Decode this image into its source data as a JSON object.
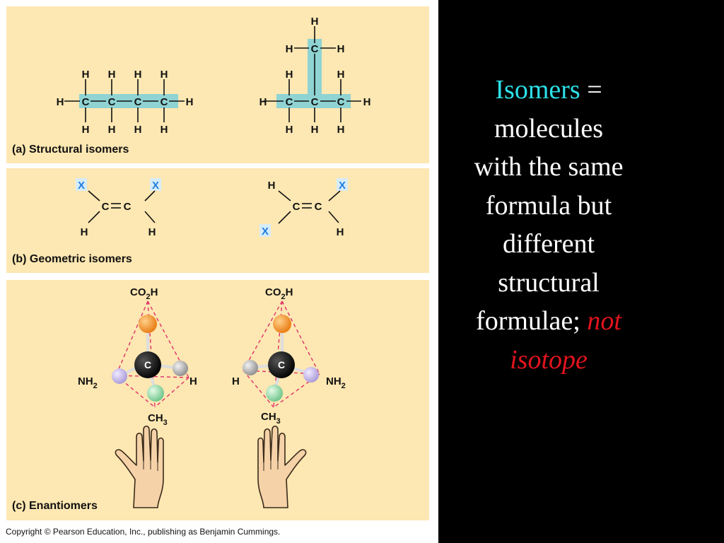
{
  "panels": {
    "a": {
      "label": "(a) Structural isomers"
    },
    "b": {
      "label": "(b) Geometric isomers"
    },
    "c": {
      "label": "(c) Enantiomers"
    }
  },
  "atoms": {
    "h": "H",
    "c": "C",
    "x": "X",
    "nh": "NH",
    "sub2": "2",
    "co": "CO",
    "ch": "CH",
    "sub3": "3"
  },
  "colors": {
    "panel_bg": "#fde7b2",
    "highlight": "#8fd3d3",
    "x_substituent": "#1f7fe0",
    "title_accent": "#2de0e8",
    "emphasis_red": "#e0141e",
    "sphere_co2h": "#f08a1e",
    "sphere_nh2": "#b8a8e0",
    "sphere_h": "#a8a8a8",
    "sphere_ch3": "#8ed4a0",
    "dashed_lines": "#e0306a",
    "hand": "#f5d2a8"
  },
  "copyright": "Copyright © Pearson Education, Inc., publishing as Benjamin Cummings.",
  "definition": {
    "term": "Isomers",
    "equals": " =",
    "line1": "molecules",
    "line2": "with the same",
    "line3": "formula but",
    "line4": "different",
    "line5": "structural",
    "line6": "formulae; ",
    "emphasis1": "not",
    "emphasis2": "isotope"
  }
}
